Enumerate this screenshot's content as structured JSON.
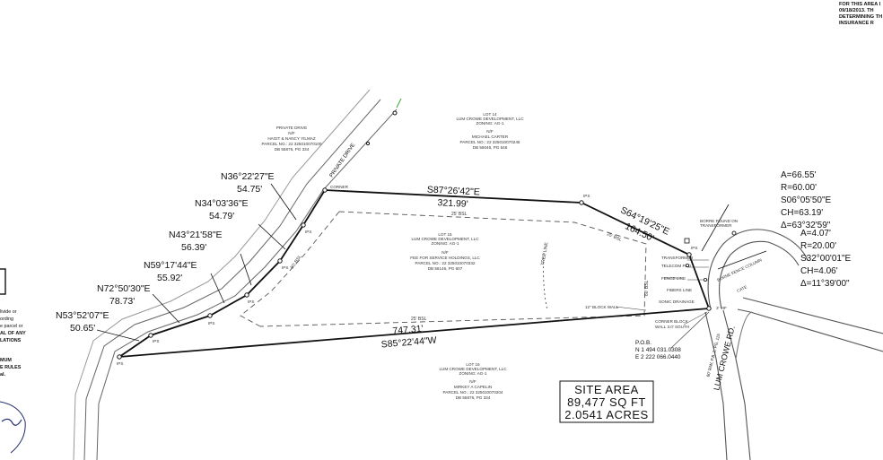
{
  "header_note": [
    "FOR THIS AREA I",
    "09/18/2013. TH",
    "DETERMINING TH",
    "INSURANCE R"
  ],
  "left_note": [
    "livide or",
    "ording",
    "e parcel or",
    "AL OF ANY",
    "LATIONS",
    "MUM",
    "E RULES",
    "al."
  ],
  "left_box_mark": "]",
  "bearings": [
    {
      "bearing": "N36°22'27\"E",
      "distance": "54.75'"
    },
    {
      "bearing": "N34°03'36\"E",
      "distance": "54.79'"
    },
    {
      "bearing": "N43°21'58\"E",
      "distance": "56.39'"
    },
    {
      "bearing": "N59°17'44\"E",
      "distance": "55.92'"
    },
    {
      "bearing": "N72°50'30\"E",
      "distance": "78.73'"
    },
    {
      "bearing": "N53°52'07\"E",
      "distance": "50.65'"
    }
  ],
  "north_line": {
    "bearing": "S87°26'42\"E",
    "distance": "321.99'"
  },
  "ne_line": {
    "bearing": "S64°19'25\"E",
    "distance": "164.50'"
  },
  "south_line": {
    "distance": "747.31'",
    "bearing": "S85°22'44\"W"
  },
  "curve1": [
    "A=66.55'",
    "R=60.00'",
    "S06°05'50\"E",
    "CH=63.19'",
    "Δ=63°32'59\""
  ],
  "curve2": [
    "A=4.07'",
    "R=20.00'",
    "S32°00'01\"E",
    "CH=4.06'",
    "Δ=11°39'00\""
  ],
  "site_area": [
    "SITE AREA",
    "89,477 SQ FT",
    "2.0541 ACRES"
  ],
  "private_drive_label": "PRIVATE DRIVE",
  "road_label": "LUM CROWE RD.",
  "road_sub": "60' R/W, P.B. 2, PG. 115",
  "setbacks": {
    "north": "25' BSL",
    "south": "25' BSL",
    "west": "50' BSL",
    "ne": "25' BSL",
    "east": "60' BSL",
    "inner": "TREE LINE"
  },
  "pob": [
    "P.O.B.",
    "N 1 494 031.0308",
    "E 2 222 066.0440"
  ],
  "ips": "IPS",
  "parcel_nw": [
    "PRIVATE DRIVE",
    "N/F",
    "HAGIT & NANCY YILMAZ",
    "PARCEL NO.: 22 325010070100",
    "DB 55876, PG 334"
  ],
  "parcel_n": [
    "LOT 14",
    "LUM CROWE DEVELOPMENT, LLC",
    "ZONING: AG-1",
    "N/F",
    "MICHAEL CARTER",
    "PARCEL NO.: 22 325010070245",
    "DB 56046, PG 646"
  ],
  "parcel_site": [
    "LOT 15",
    "LUM CROWE DEVELOPMENT, LLC",
    "ZONING: AG-1",
    "N/F",
    "FEE FOR SERVICE HOLDINGS, LLC",
    "PARCEL NO.: 22 325010070332",
    "DB 56146, PG 607"
  ],
  "parcel_s": [
    "LOT 16",
    "LUM CROWE DEVELOPMENT, LLC",
    "ZONING: AG-1",
    "N/F",
    "MIRKEY A CAPELIN",
    "PARCEL NO.: 22 325010070204",
    "DB 55876, PG 334"
  ],
  "utility_labels": [
    "BORRE FOUND ON",
    "TRANSFORMER",
    "TRANSFORMER",
    "TELECOM PED",
    "FENCE LINE",
    "FIBERS LINE",
    "BORNE FENCE COLUMN",
    "12\" BLOCK WALL",
    "CORNER BLOCK",
    "WALL 3.0' SOUTH",
    "SONIC DRAINAGE",
    "3' VIF",
    "CATE"
  ],
  "corner_label": "CORNER"
}
